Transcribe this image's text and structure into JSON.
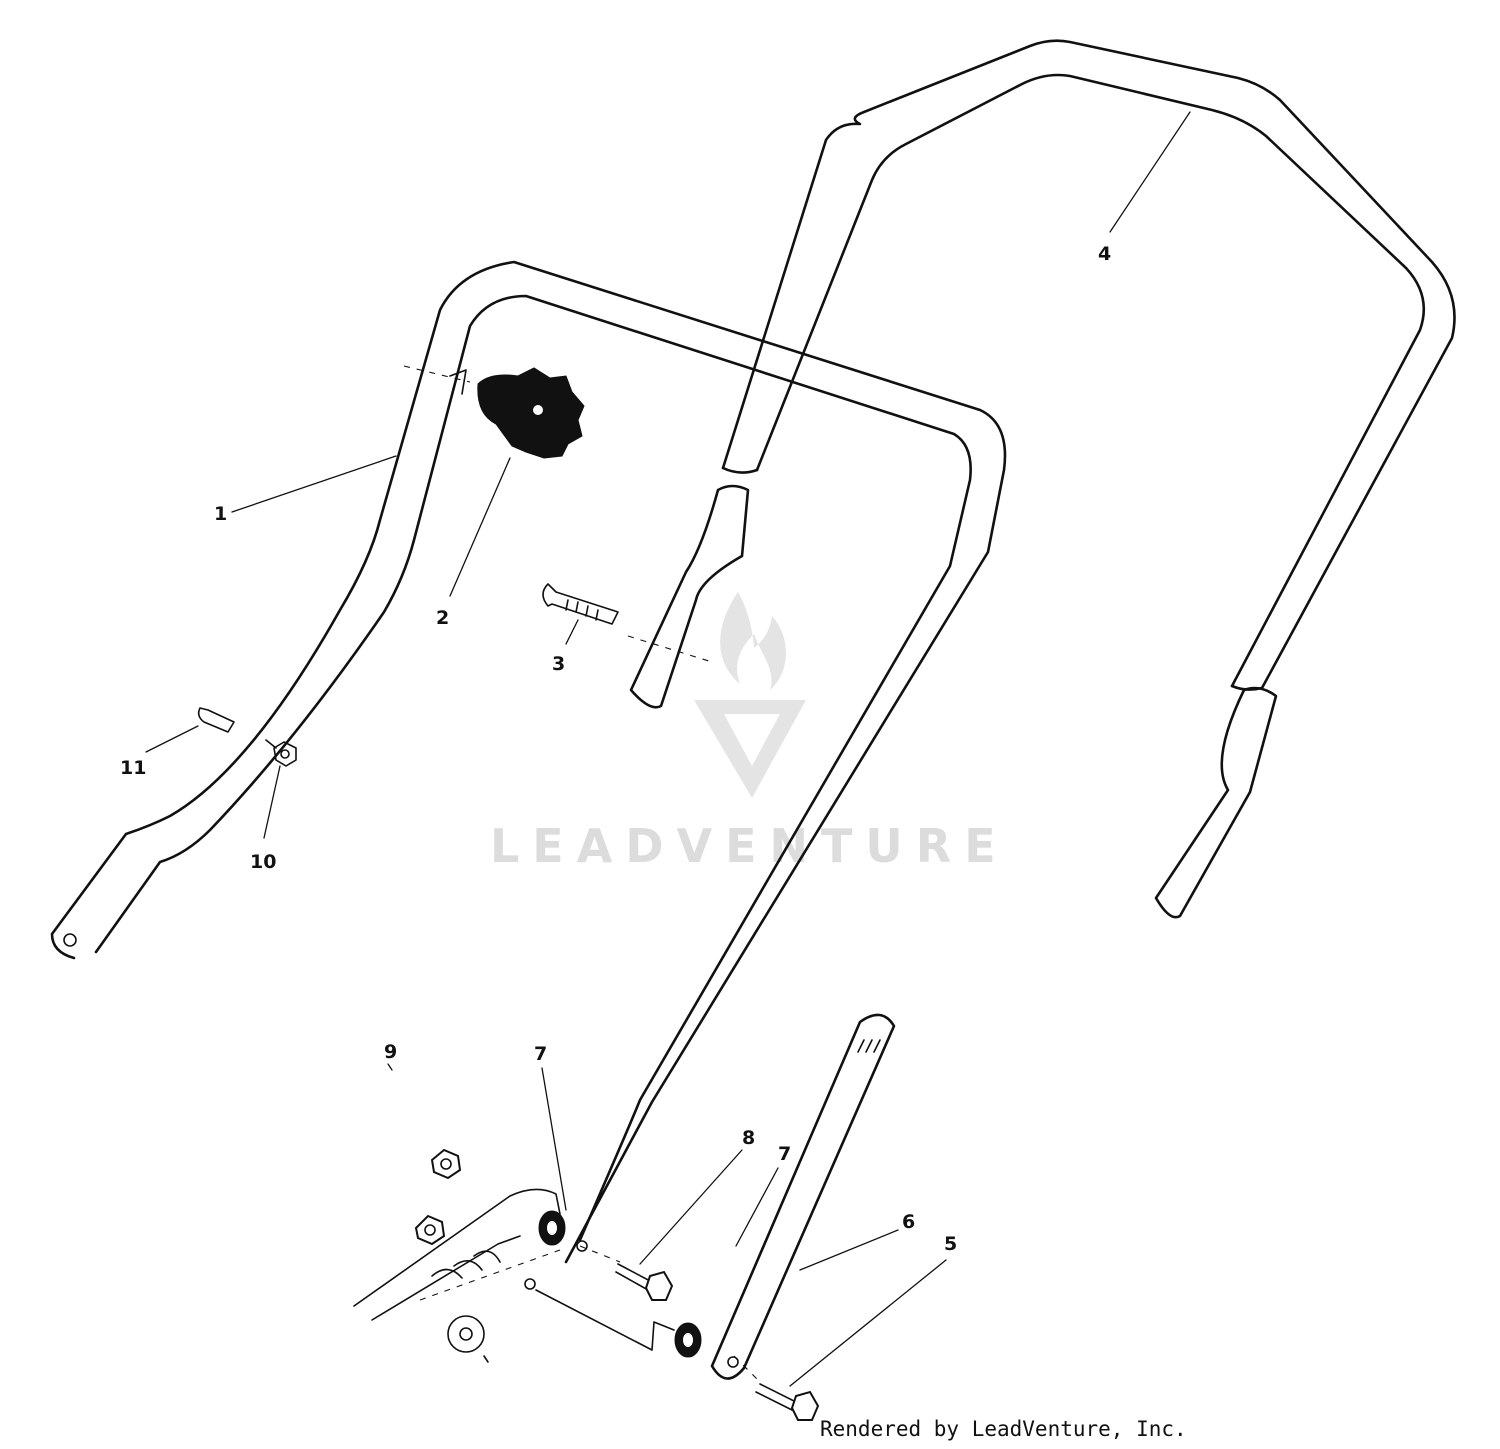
{
  "parts": [
    {
      "id": "p1",
      "number": "1"
    },
    {
      "id": "p2",
      "number": "2"
    },
    {
      "id": "p3",
      "number": "3"
    },
    {
      "id": "p4",
      "number": "4"
    },
    {
      "id": "p5",
      "number": "5"
    },
    {
      "id": "p6",
      "number": "6"
    },
    {
      "id": "p7a",
      "number": "7"
    },
    {
      "id": "p7b",
      "number": "7"
    },
    {
      "id": "p8",
      "number": "8"
    },
    {
      "id": "p9",
      "number": "9"
    },
    {
      "id": "p10",
      "number": "10"
    },
    {
      "id": "p11",
      "number": "11"
    }
  ],
  "watermark": {
    "text": "LEADVENTURE"
  },
  "credit": {
    "text": "Rendered by LeadVenture, Inc."
  },
  "colors": {
    "line": "#111111",
    "background": "#ffffff",
    "watermark": "#dcdcdc"
  }
}
